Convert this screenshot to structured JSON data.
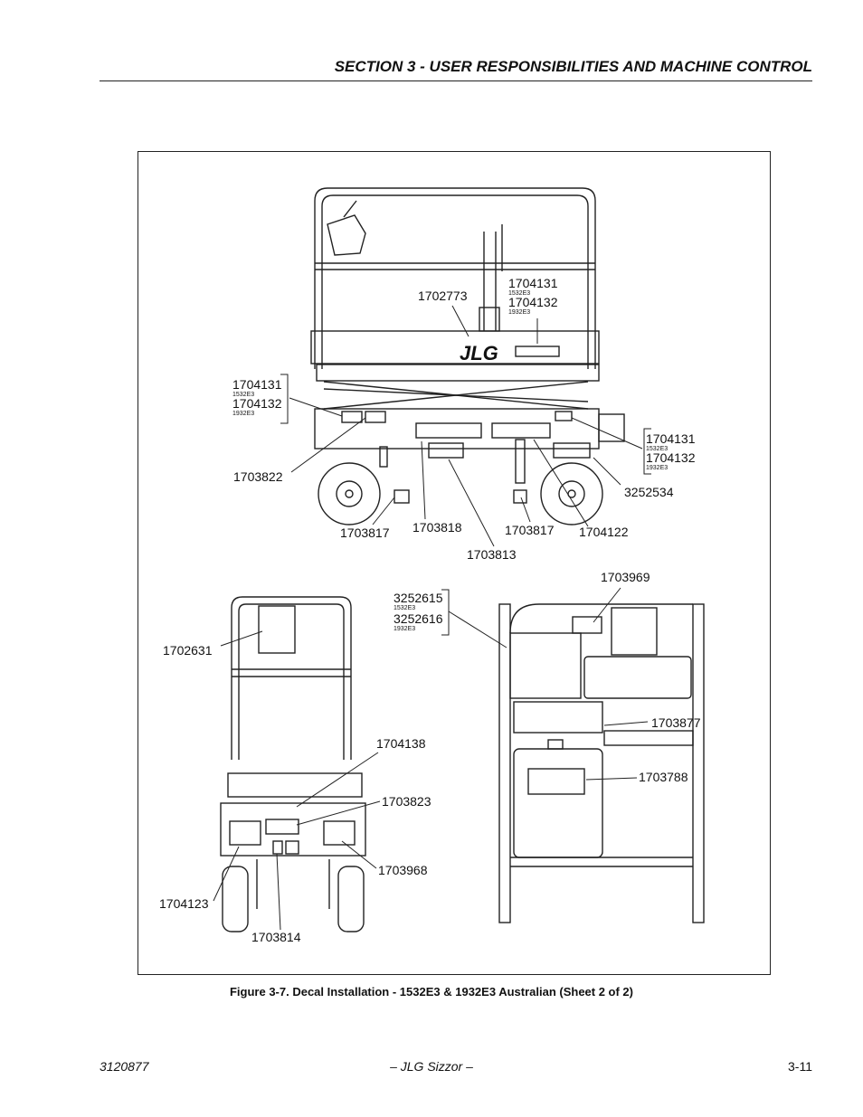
{
  "header": {
    "section_title": "SECTION 3 - USER RESPONSIBILITIES AND MACHINE CONTROL"
  },
  "figure": {
    "caption": "Figure 3-7.  Decal Installation - 1532E3 & 1932E3 Australian (Sheet 2 of 2)",
    "brand_logo": "JLG",
    "callouts": {
      "c_1702773": "1702773",
      "c_1704131_top": "1704131",
      "c_1532e3_top": "1532E3",
      "c_1704132_top": "1704132",
      "c_1932e3_top": "1932E3",
      "c_1704131_left": "1704131",
      "c_1532e3_left": "1532E3",
      "c_1704132_left": "1704132",
      "c_1932e3_left": "1932E3",
      "c_1704131_right": "1704131",
      "c_1532e3_right": "1532E3",
      "c_1704132_right": "1704132",
      "c_1932e3_right": "1932E3",
      "c_1703822": "1703822",
      "c_3252534": "3252534",
      "c_1703817_a": "1703817",
      "c_1703818": "1703818",
      "c_1703817_b": "1703817",
      "c_1704122": "1704122",
      "c_1703813": "1703813",
      "c_3252615": "3252615",
      "c_1532e3_mid": "1532E3",
      "c_3252616": "3252616",
      "c_1932e3_mid": "1932E3",
      "c_1703969": "1703969",
      "c_1702631": "1702631",
      "c_1703877": "1703877",
      "c_1703788": "1703788",
      "c_1704138": "1704138",
      "c_1703823": "1703823",
      "c_1703968": "1703968",
      "c_1704123": "1704123",
      "c_1703814": "1703814"
    }
  },
  "footer": {
    "doc_number": "3120877",
    "title": "– JLG Sizzor –",
    "page": "3-11"
  }
}
